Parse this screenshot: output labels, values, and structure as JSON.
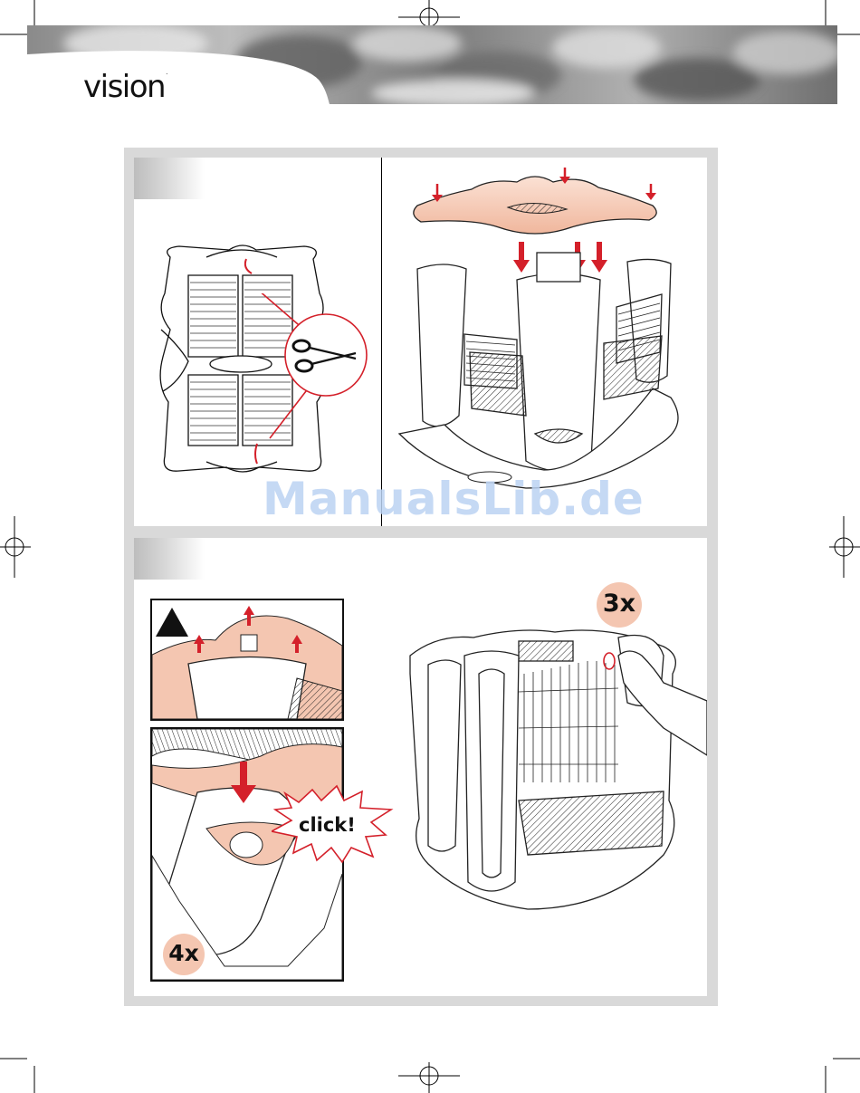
{
  "brand": {
    "name": "vision",
    "trademark": "."
  },
  "badges": {
    "three_times": "3x",
    "four_times": "4x"
  },
  "callouts": {
    "click": "click!"
  },
  "watermark": {
    "text": "ManualsLib.de"
  },
  "icons": {
    "scissors": "scissors-icon",
    "arrow": "red-arrow-down-icon",
    "warning": "warning-triangle-icon",
    "burst": "starburst-icon"
  },
  "colors": {
    "accent_red": "#d4202a",
    "skin_peach": "#f4c6b1",
    "frame_gray": "#d9d9d9",
    "watermark_blue": "#bcd3f3"
  }
}
